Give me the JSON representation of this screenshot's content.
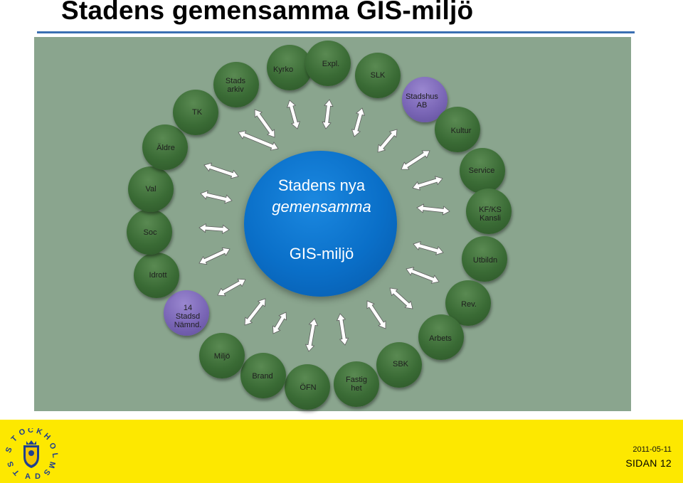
{
  "title": "Stadens gemensamma GIS-miljö",
  "center": {
    "line1": "Stadens nya",
    "line2": "gemensamma",
    "line3": "GIS-miljö"
  },
  "nodes": [
    {
      "label": "Kyrko"
    },
    {
      "label": "Expl."
    },
    {
      "label": "SLK"
    },
    {
      "label": "Stadshus\nAB"
    },
    {
      "label": "Kultur"
    },
    {
      "label": "Service"
    },
    {
      "label": "KF/KS\nKansli"
    },
    {
      "label": "Utbildn"
    },
    {
      "label": "Rev."
    },
    {
      "label": "Arbets"
    },
    {
      "label": "SBK"
    },
    {
      "label": "Fastig\nhet"
    },
    {
      "label": "ÖFN"
    },
    {
      "label": "Brand"
    },
    {
      "label": "Miljö"
    },
    {
      "label": "14\nStadsd\nNämnd."
    },
    {
      "label": "Idrott"
    },
    {
      "label": "Soc"
    },
    {
      "label": "Val"
    },
    {
      "label": "Äldre"
    },
    {
      "label": "TK"
    },
    {
      "label": "Stads\narkiv"
    }
  ],
  "colors": {
    "node_green": "#3a6b35",
    "node_purple": "#7a66b6",
    "center_blue": "#0a6fc8",
    "panel": "#8aa58e",
    "footer": "#fde800",
    "rule": "#3b6fb2"
  },
  "footer": {
    "logo_text": "STOCKHOLMS STAD",
    "date": "2011-05-11",
    "page": "SIDAN 12"
  }
}
